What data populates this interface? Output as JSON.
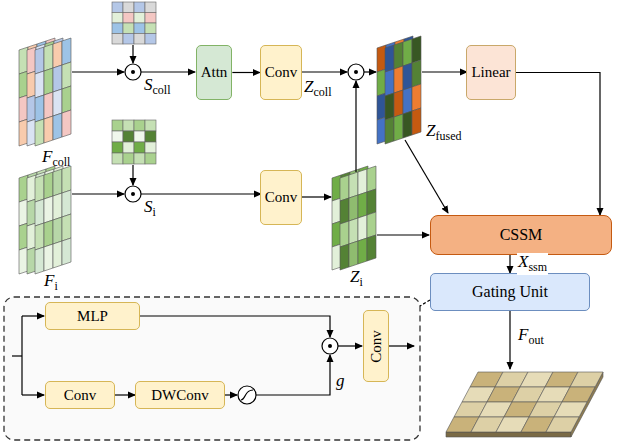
{
  "diagram": {
    "nodes": [
      {
        "text": [
          "Attn"
        ]
      },
      {
        "text": [
          "Conv"
        ]
      },
      {
        "text": [
          "Linear"
        ]
      },
      {
        "text": [
          "Conv"
        ]
      },
      {
        "text": [
          "CSSM"
        ]
      },
      {
        "text": [
          "Gating Unit"
        ]
      },
      {
        "text": [
          "MLP"
        ]
      },
      {
        "text": [
          "Conv"
        ]
      },
      {
        "text": [
          "DWConv"
        ]
      },
      {
        "text": [
          "Conv"
        ]
      }
    ],
    "edges": [
      {
        "from": 0,
        "to": 1,
        "arrow": "to"
      },
      {
        "from": 2,
        "to": 4,
        "arrow": "to"
      },
      {
        "from": 4,
        "to": 5,
        "label": "Xssm",
        "arrow": "to"
      },
      {
        "from": 7,
        "to": 8,
        "arrow": "to"
      }
    ],
    "labels": [
      "Fcoll",
      "Scoll",
      "Fi",
      "Si",
      "Zcoll",
      "Zfused",
      "Zi",
      "Fout",
      "g"
    ]
  }
}
